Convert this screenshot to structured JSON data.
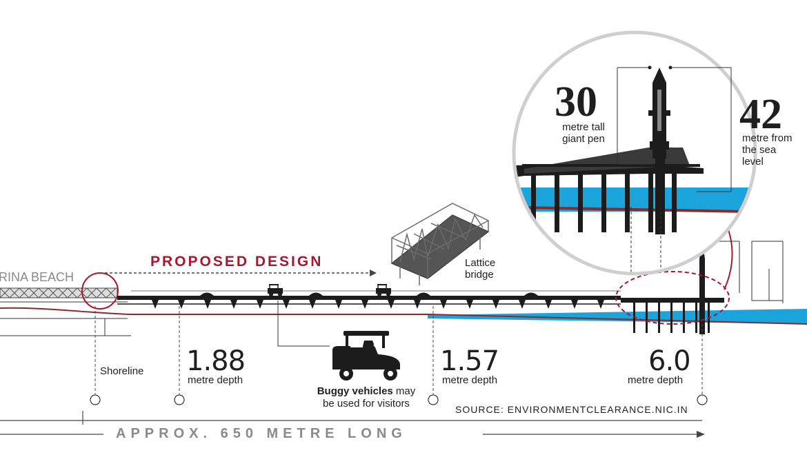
{
  "labels": {
    "marina_beach": "RINA BEACH",
    "proposed_design": "PROPOSED DESIGN",
    "lattice_bridge": "Lattice\nbridge",
    "shoreline": "Shoreline",
    "depth_1_value": "1.88",
    "depth_1_unit": "metre depth",
    "depth_2_value": "1.57",
    "depth_2_unit": "metre depth",
    "depth_3_value": "6.0",
    "depth_3_unit": "metre depth",
    "buggy_bold": "Buggy vehicles",
    "buggy_rest_1": " may",
    "buggy_rest_2": "be used for visitors",
    "pen_height_value": "30",
    "pen_height_caption": "metre tall\ngiant pen",
    "sea_level_value": "42",
    "sea_level_caption": "metre from\nthe sea\nlevel",
    "source": "SOURCE: ENVIRONMENTCLEARANCE.NIC.IN",
    "length": "APPROX. 650 METRE LONG"
  },
  "colors": {
    "accent_red": "#a8172e",
    "water_blue": "#1ba3dc",
    "seabed_red": "#8c2a2a",
    "structure_dark": "#1c1c1c",
    "grey_text": "#8a8a8a"
  }
}
